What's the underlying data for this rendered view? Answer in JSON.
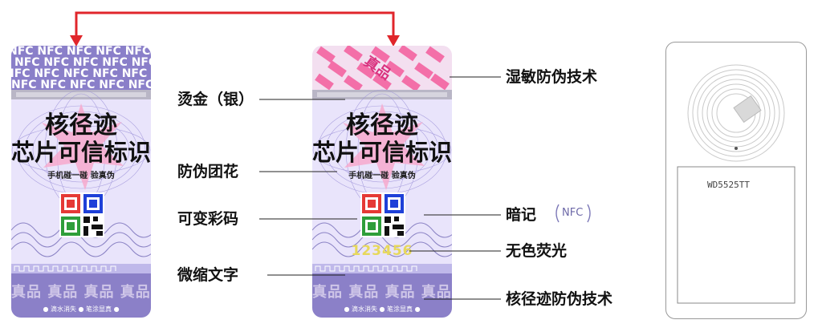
{
  "left_card": {
    "nfc_pattern": "NFC NFC NFC NFC NFC",
    "brand_line1": "核径迹",
    "brand_line2": "芯片可信标识",
    "slogan": "手机碰一碰 验真伪",
    "micro_pattern": "真品 真品 真品 真品 真品",
    "bottom_text": "● 滴水消失 ● 笔涂显真 ●"
  },
  "right_card": {
    "humidity_pattern": "真品",
    "brand_line1": "核径迹",
    "brand_line2": "芯片可信标识",
    "slogan": "手机碰一碰 验真伪",
    "serial": "123456",
    "micro_pattern": "真品 真品 真品 真品 真品",
    "bottom_text": "● 滴水消失 ● 笔涂显真 ●"
  },
  "labels": {
    "hot_stamp": "烫金（银）",
    "guilloche": "防伪团花",
    "variable_code": "可变彩码",
    "microtext": "微缩文字",
    "humidity": "湿敏防伪技术",
    "hidden_mark": "暗记",
    "hidden_mark_badge": "NFC",
    "colorless_fluor": "无色荧光",
    "track_tech": "核径迹防伪技术"
  },
  "inlay": {
    "chip_model": "WD5525TT"
  },
  "colors": {
    "arrow": "#e0262b",
    "card_purple": "#8b80c8",
    "card_light": "#d9d3f2",
    "pink": "#f36fa8",
    "qr_red": "#e53935",
    "qr_blue": "#1e40d8",
    "qr_green": "#2e9e3a"
  }
}
